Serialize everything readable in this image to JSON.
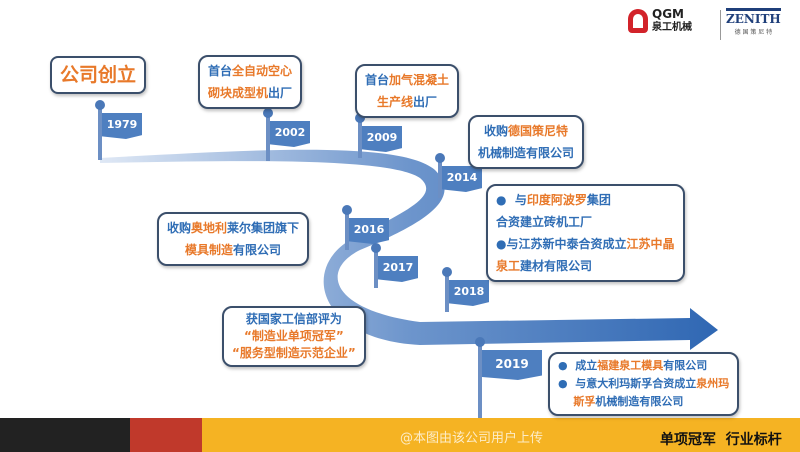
{
  "logo": {
    "qgm": "QGM",
    "qgm_cn": "泉工机械",
    "zenith": "ZENITH",
    "zenith_cn": "德 国 策 尼 特"
  },
  "title_box": "公司创立",
  "years": [
    "1979",
    "2002",
    "2009",
    "2014",
    "2016",
    "2017",
    "2018",
    "2019"
  ],
  "boxes": [
    {
      "lines": [
        [
          {
            "t": "首台",
            "c": "b"
          },
          {
            "t": "全自动空心",
            "c": "o"
          }
        ],
        [
          {
            "t": "砌块成型机",
            "c": "o"
          },
          {
            "t": "出厂",
            "c": "b"
          }
        ]
      ]
    },
    {
      "lines": [
        [
          {
            "t": "首台",
            "c": "b"
          },
          {
            "t": "加气混凝土",
            "c": "o"
          }
        ],
        [
          {
            "t": "生产线",
            "c": "o"
          },
          {
            "t": "出厂",
            "c": "b"
          }
        ]
      ]
    },
    {
      "lines": [
        [
          {
            "t": "收购",
            "c": "b"
          },
          {
            "t": "德国策尼特",
            "c": "o"
          }
        ],
        [
          {
            "t": "机械制造有限公司",
            "c": "b"
          }
        ]
      ]
    },
    {
      "lines": [
        [
          {
            "t": "●  与",
            "c": "b"
          },
          {
            "t": "印度阿波罗",
            "c": "o"
          },
          {
            "t": "集团",
            "c": "b"
          }
        ],
        [
          {
            "t": "合资建立砖机工厂",
            "c": "b"
          }
        ],
        [
          {
            "t": "●与江苏新中泰合资成立",
            "c": "b"
          },
          {
            "t": "江苏中晶",
            "c": "o"
          }
        ],
        [
          {
            "t": "泉工",
            "c": "o"
          },
          {
            "t": "建材有限公司",
            "c": "b"
          }
        ]
      ]
    },
    {
      "lines": [
        [
          {
            "t": "收购",
            "c": "b"
          },
          {
            "t": "奥地利",
            "c": "o"
          },
          {
            "t": "莱尔集团旗下",
            "c": "b"
          }
        ],
        [
          {
            "t": "模具制造",
            "c": "o"
          },
          {
            "t": "有限公司",
            "c": "b"
          }
        ]
      ]
    },
    {
      "lines": [
        [
          {
            "t": "获国家工信部评为",
            "c": "b"
          }
        ],
        [
          {
            "t": "“制造业单项冠军”",
            "c": "o"
          }
        ],
        [
          {
            "t": "“服务型制造示范企业”",
            "c": "o"
          }
        ]
      ]
    },
    {
      "lines": [
        [
          {
            "t": "●  成立",
            "c": "b"
          },
          {
            "t": "福建泉工模具",
            "c": "o"
          },
          {
            "t": "有限公司",
            "c": "b"
          }
        ],
        [
          {
            "t": "●  与意大利玛斯孚合资成立",
            "c": "b"
          },
          {
            "t": "泉州玛",
            "c": "o"
          }
        ],
        [
          {
            "t": "    斯孚",
            "c": "o"
          },
          {
            "t": "机械制造有限公司",
            "c": "b"
          }
        ]
      ]
    }
  ],
  "footer": {
    "slogan": "单项冠军  行业标杆",
    "watermark": "@本图由该公司用户上传"
  },
  "colors": {
    "blue": "#2f6db5",
    "orange": "#e8792a",
    "yellow": "#f5b323",
    "red": "#c0392b",
    "dark": "#222222"
  }
}
